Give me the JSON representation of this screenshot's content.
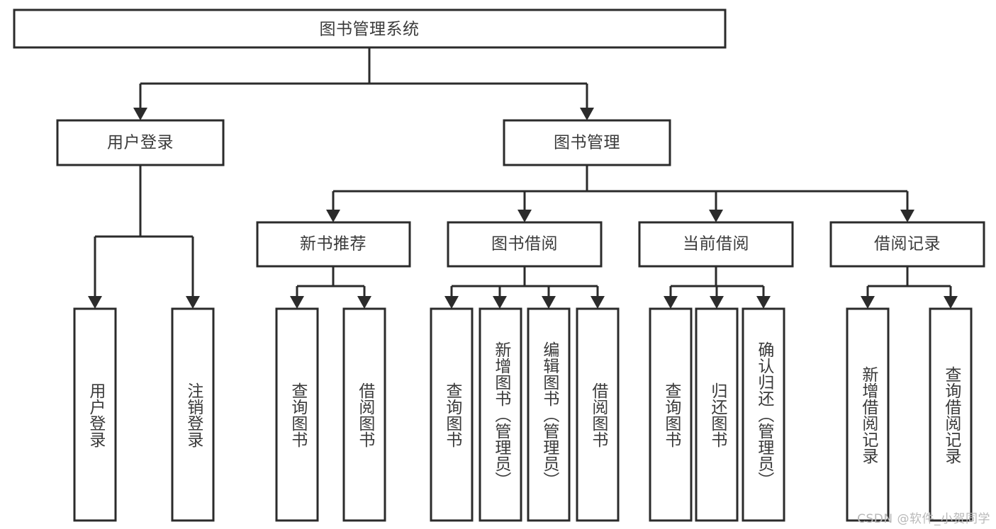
{
  "diagram": {
    "type": "tree-hierarchy-chart",
    "title": "图书管理系统",
    "line_color": "#2b2b2b",
    "box_fill": "#ffffff",
    "text_color": "#3a3a3a",
    "levels": {
      "root": {
        "label": "图书管理系统"
      },
      "level2": [
        {
          "label": "用户登录"
        },
        {
          "label": "图书管理"
        }
      ],
      "level3": [
        {
          "label": "新书推荐"
        },
        {
          "label": "图书借阅"
        },
        {
          "label": "当前借阅"
        },
        {
          "label": "借阅记录"
        }
      ],
      "leaves_user_login": [
        {
          "label": "用户登录"
        },
        {
          "label": "注销登录"
        }
      ],
      "leaves_new_book": [
        {
          "label": "查询图书"
        },
        {
          "label": "借阅图书"
        }
      ],
      "leaves_borrow": [
        {
          "label": "查询图书"
        },
        {
          "label": "新增图书（管理员）"
        },
        {
          "label": "编辑图书（管理员）"
        },
        {
          "label": "借阅图书"
        }
      ],
      "leaves_current": [
        {
          "label": "查询图书"
        },
        {
          "label": "归还图书"
        },
        {
          "label": "确认归还（管理员）"
        }
      ],
      "leaves_records": [
        {
          "label": "新增借阅记录"
        },
        {
          "label": "查询借阅记录"
        }
      ]
    }
  },
  "watermark": {
    "text": "CSDN @软件_小贺同学"
  }
}
